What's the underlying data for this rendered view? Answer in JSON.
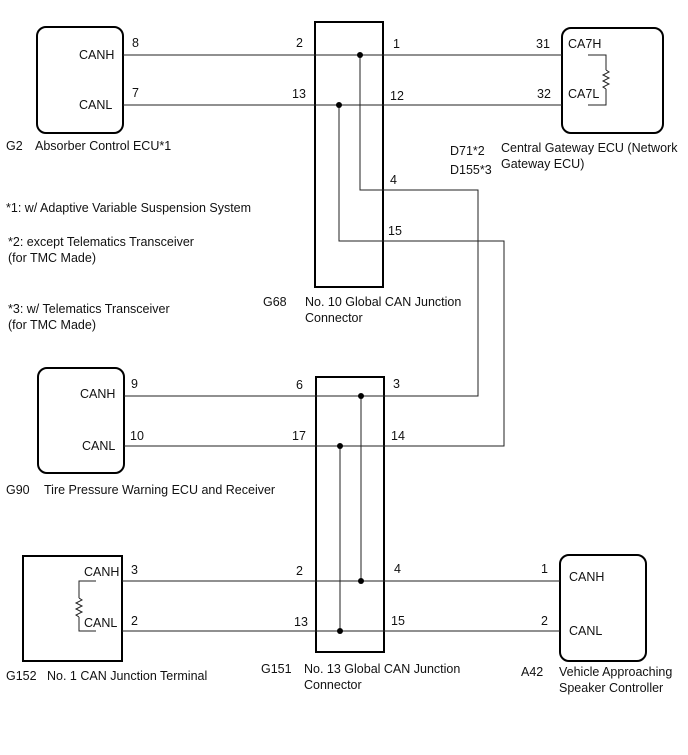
{
  "colors": {
    "line": "#222222",
    "box": "#000000",
    "text": "#111111",
    "background": "#ffffff"
  },
  "notes": [
    "*1: w/ Adaptive Variable Suspension System",
    "*2: except Telematics Transceiver",
    "(for TMC Made)",
    "*3: w/ Telematics Transceiver",
    "(for TMC Made)"
  ],
  "components": {
    "absorber_ecu": {
      "code": "G2",
      "name": "Absorber Control ECU*1",
      "pin_canh": "CANH",
      "pin_canl": "CANL",
      "term_canh": "8",
      "term_canl": "7"
    },
    "junction_g68": {
      "code": "G68",
      "name_line1": "No. 10 Global CAN Junction",
      "name_line2": "Connector",
      "pin_2": "2",
      "pin_13": "13",
      "pin_1": "1",
      "pin_12": "12",
      "pin_4": "4",
      "pin_15": "15"
    },
    "gateway_ecu": {
      "code_line1": "D71*2",
      "code_line2": "D155*3",
      "name_line1": "Central Gateway ECU (Network",
      "name_line2": "Gateway ECU)",
      "pin_h": "CA7H",
      "pin_l": "CA7L",
      "term_h": "31",
      "term_l": "32"
    },
    "tire_ecu": {
      "code": "G90",
      "name": "Tire Pressure Warning ECU and Receiver",
      "pin_canh": "CANH",
      "pin_canl": "CANL",
      "term_canh": "9",
      "term_canl": "10"
    },
    "junction_g151": {
      "code": "G151",
      "name_line1": "No. 13 Global CAN Junction",
      "name_line2": "Connector",
      "pin_6": "6",
      "pin_17": "17",
      "pin_3": "3",
      "pin_14": "14",
      "pin_2": "2",
      "pin_13": "13",
      "pin_4": "4",
      "pin_15": "15"
    },
    "can_terminal": {
      "code": "G152",
      "name": "No. 1 CAN Junction Terminal",
      "pin_canh": "CANH",
      "pin_canl": "CANL",
      "term_canh": "3",
      "term_canl": "2"
    },
    "speaker_controller": {
      "code": "A42",
      "name_line1": "Vehicle Approaching",
      "name_line2": "Speaker Controller",
      "pin_canh": "CANH",
      "pin_canl": "CANL",
      "term_canh": "1",
      "term_canl": "2"
    }
  }
}
